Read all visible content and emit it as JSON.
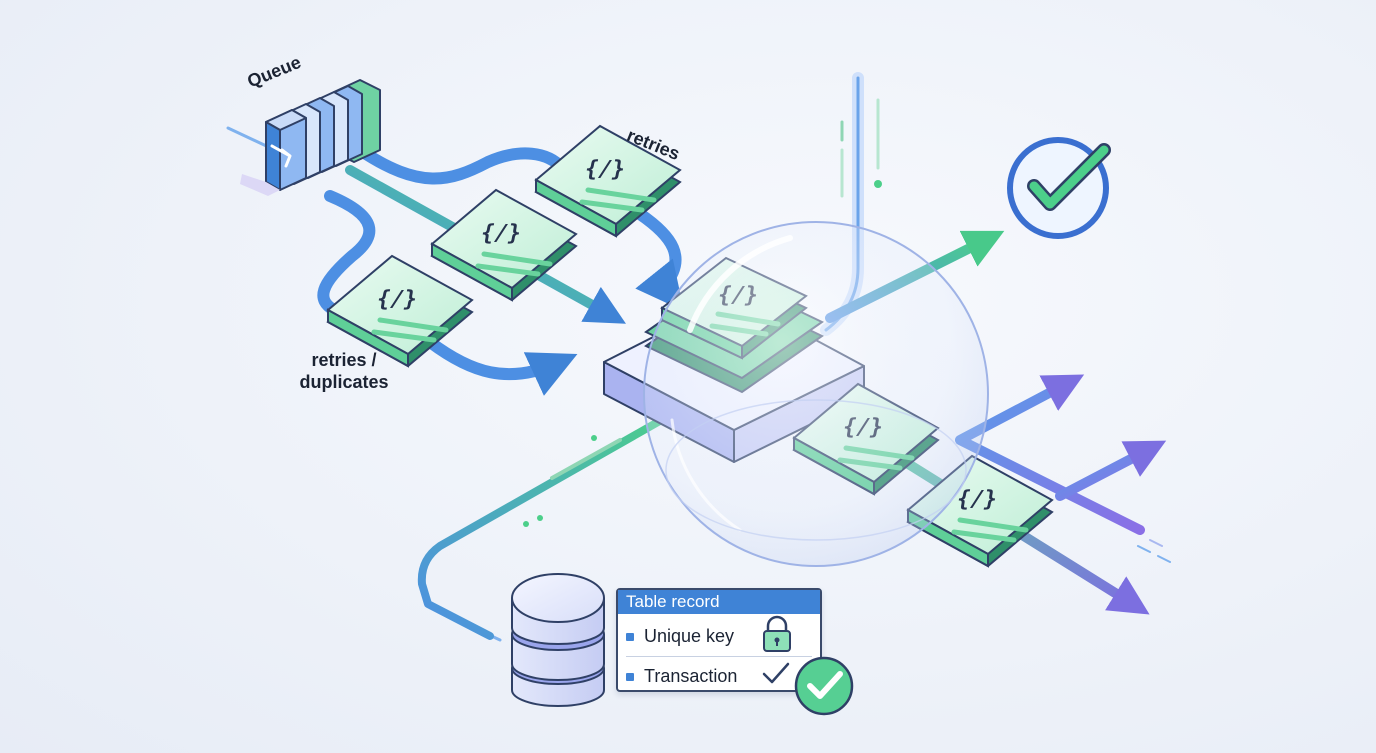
{
  "labels": {
    "queue": "Queue",
    "retries": "retries",
    "retries_duplicates": [
      "retries /",
      "duplicates"
    ]
  },
  "code_glyph": "{/}",
  "table_record": {
    "title": "Table record",
    "rows": [
      "Unique key",
      "Transaction"
    ]
  },
  "icons": {
    "queue": "queue-stack-icon",
    "payload": "code-braces-icon",
    "database": "database-cylinder-icon",
    "lock": "padlock-icon",
    "check": "checkmark-icon",
    "success": "check-circle-icon",
    "boundary": "transparent-sphere-icon"
  },
  "colors": {
    "blue": "#3f83d6",
    "green": "#43c08a",
    "purple": "#7c6fe0",
    "outline": "#2f4066",
    "background": "#eef2f9"
  }
}
